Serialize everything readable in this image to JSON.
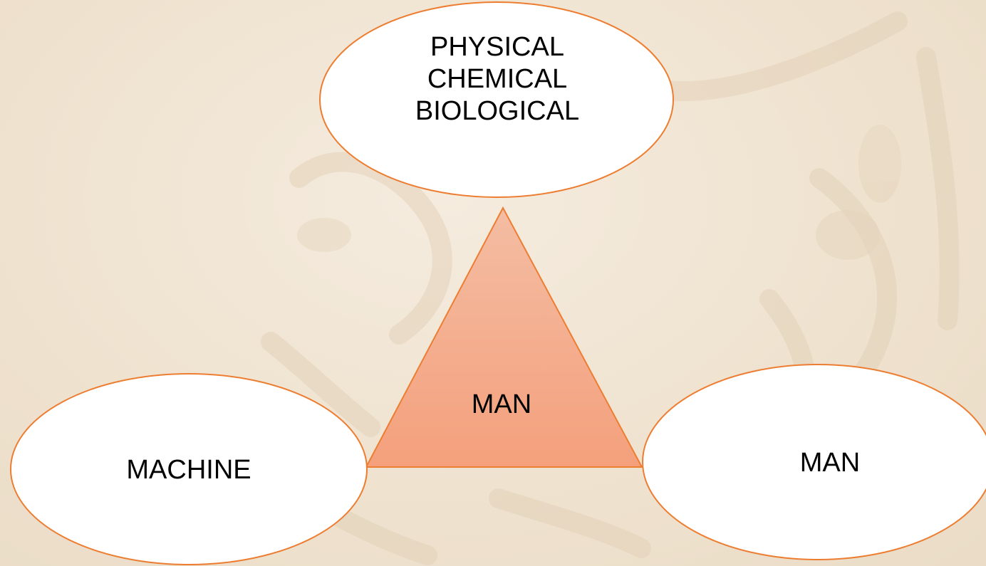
{
  "diagram": {
    "top_node": {
      "lines": [
        "PHYSICAL",
        "CHEMICAL",
        "BIOLOGICAL"
      ]
    },
    "center_node": {
      "label": "MAN"
    },
    "left_node": {
      "label": "MACHINE"
    },
    "right_node": {
      "label": "MAN"
    }
  },
  "colors": {
    "node_stroke": "#ed7d31",
    "node_fill": "#ffffff",
    "triangle_fill_top": "#f4b89c",
    "triangle_fill_bottom": "#f4a07c",
    "background": "#f2e6d6"
  }
}
